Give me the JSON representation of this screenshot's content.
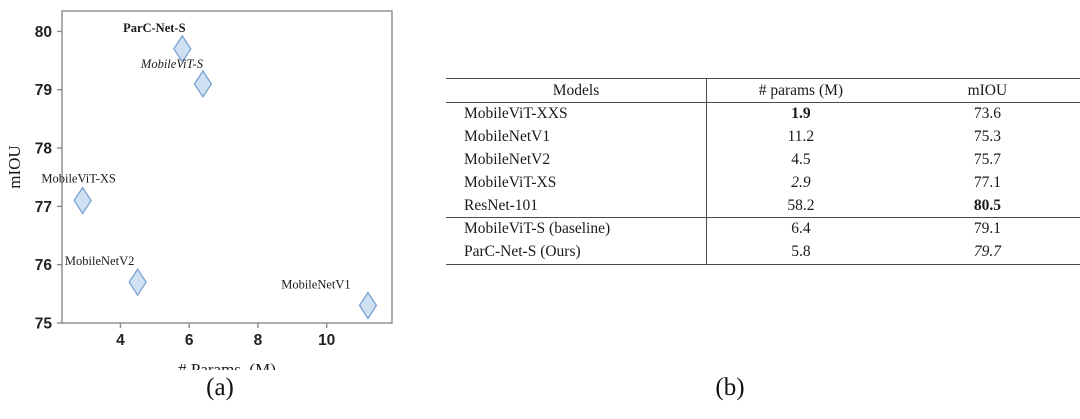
{
  "figure_a": {
    "caption": "(a)",
    "chart_data": {
      "type": "scatter",
      "title": "",
      "xlabel": "# Params. (M)",
      "ylabel": "mIOU",
      "xlim": [
        2.3,
        11.9
      ],
      "ylim": [
        75.0,
        80.35
      ],
      "xticks": [
        4,
        6,
        8,
        10
      ],
      "yticks": [
        75,
        76,
        77,
        78,
        79,
        80
      ],
      "xtick_labels": [
        "4",
        "6",
        "8",
        "10"
      ],
      "ytick_labels": [
        "75",
        "76",
        "77",
        "78",
        "79",
        "80"
      ],
      "grid": false,
      "legend": "none",
      "marker": "diamond",
      "marker_fill": "#cfe0f3",
      "marker_edge": "#6f9ed0",
      "points": [
        {
          "label": "ParC-Net-S",
          "x": 5.8,
          "y": 79.7,
          "style": "bold",
          "label_dx": -28,
          "label_dy": -17
        },
        {
          "label": "MobileViT-S",
          "x": 6.4,
          "y": 79.1,
          "style": "italic",
          "label_dx": -31,
          "label_dy": -16
        },
        {
          "label": "MobileViT-XS",
          "x": 2.9,
          "y": 77.1,
          "style": "regular",
          "label_dx": -4,
          "label_dy": -18
        },
        {
          "label": "MobileNetV2",
          "x": 4.5,
          "y": 75.7,
          "style": "regular",
          "label_dx": -38,
          "label_dy": -17
        },
        {
          "label": "MobileNetV1",
          "x": 11.2,
          "y": 75.3,
          "style": "regular",
          "label_dx": -52,
          "label_dy": -17
        }
      ]
    }
  },
  "figure_b": {
    "caption": "(b)",
    "table": {
      "headers": [
        "Models",
        "# params (M)",
        "mIOU"
      ],
      "groups": [
        {
          "rows": [
            {
              "model": "MobileViT-XXS",
              "params": "1.9",
              "params_style": "bold",
              "miou": "73.6",
              "miou_style": "regular"
            },
            {
              "model": "MobileNetV1",
              "params": "11.2",
              "params_style": "regular",
              "miou": "75.3",
              "miou_style": "regular"
            },
            {
              "model": "MobileNetV2",
              "params": "4.5",
              "params_style": "regular",
              "miou": "75.7",
              "miou_style": "regular"
            },
            {
              "model": "MobileViT-XS",
              "params": "2.9",
              "params_style": "italic",
              "miou": "77.1",
              "miou_style": "regular"
            },
            {
              "model": "ResNet-101",
              "params": "58.2",
              "params_style": "regular",
              "miou": "80.5",
              "miou_style": "bold"
            }
          ]
        },
        {
          "rows": [
            {
              "model": "MobileViT-S (baseline)",
              "params": "6.4",
              "params_style": "regular",
              "miou": "79.1",
              "miou_style": "regular"
            },
            {
              "model": "ParC-Net-S (Ours)",
              "params": "5.8",
              "params_style": "regular",
              "miou": "79.7",
              "miou_style": "italic"
            }
          ]
        }
      ]
    }
  }
}
